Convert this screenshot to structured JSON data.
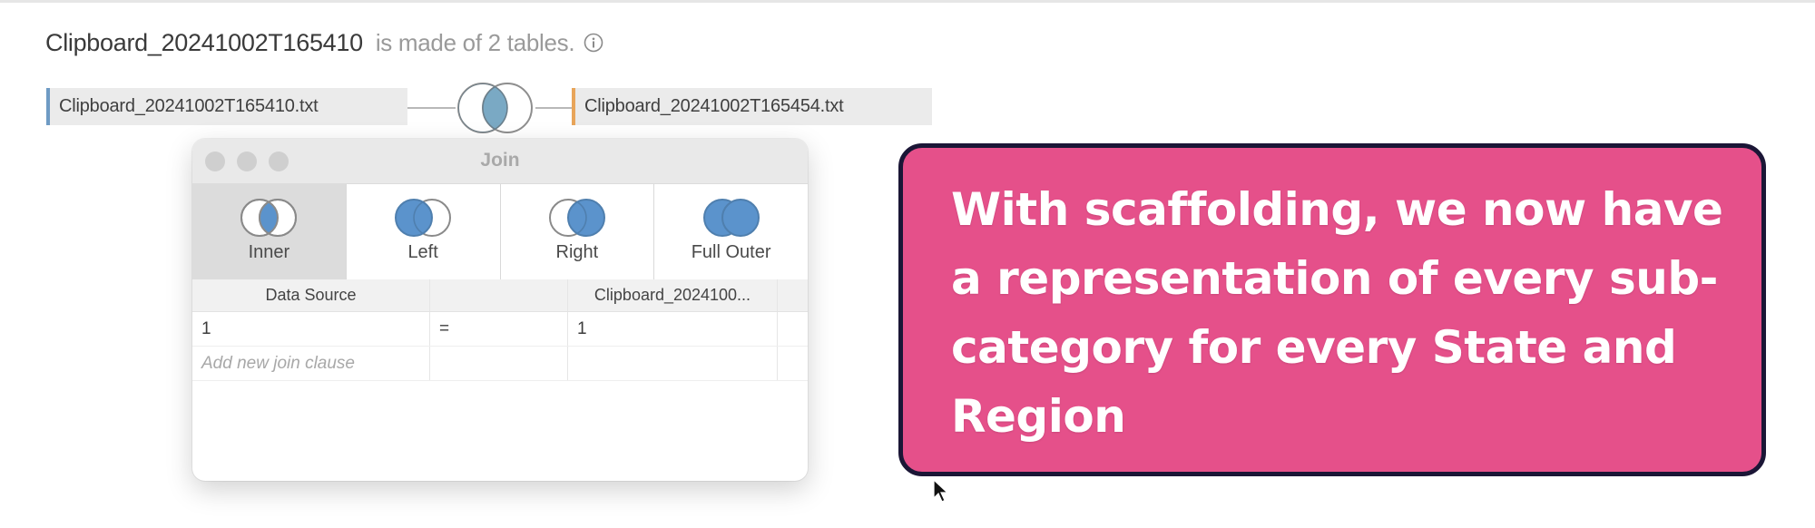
{
  "header": {
    "datasource_name": "Clipboard_20241002T165410",
    "description": "is made of 2 tables.",
    "info_icon": "info-circle-icon"
  },
  "canvas": {
    "left_table": {
      "label": "Clipboard_20241002T165410.txt",
      "accent_color": "#6f9bc4"
    },
    "right_table": {
      "label": "Clipboard_20241002T165454.txt",
      "accent_color": "#e8a55a"
    },
    "join_icon": "inner-join-venn-icon"
  },
  "join_dialog": {
    "title": "Join",
    "join_types": [
      {
        "label": "Inner",
        "icon": "inner-join-icon",
        "selected": true
      },
      {
        "label": "Left",
        "icon": "left-join-icon",
        "selected": false
      },
      {
        "label": "Right",
        "icon": "right-join-icon",
        "selected": false
      },
      {
        "label": "Full Outer",
        "icon": "full-outer-join-icon",
        "selected": false
      }
    ],
    "clause_table": {
      "headers": [
        "Data Source",
        "",
        "Clipboard_2024100..."
      ],
      "rows": [
        {
          "left": "1",
          "operator": "=",
          "right": "1"
        }
      ],
      "add_clause_placeholder": "Add new join clause"
    }
  },
  "callout": {
    "text": "With scaffolding, we now have a representation of every sub-category for every State and Region",
    "background_color": "#e5508a",
    "border_color": "#1b1636"
  }
}
